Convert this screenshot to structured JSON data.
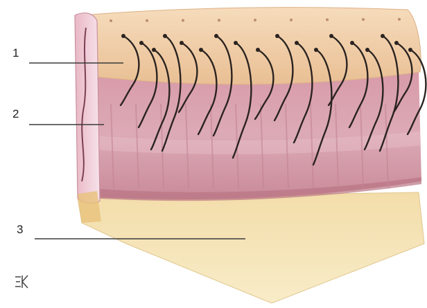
{
  "labels": [
    {
      "id": "1",
      "text": "1"
    },
    {
      "id": "2",
      "text": "2"
    },
    {
      "id": "3",
      "text": "3"
    }
  ],
  "monogram": "ΞΚ",
  "colors": {
    "top_layer": "#efc9a0",
    "top_layer_highlight": "#f6dcbc",
    "middle_layer": "#d9a3b0",
    "middle_layer_band": "#c98a99",
    "bottom_layer": "#f6e5b8",
    "side_face": "#f2d2dc",
    "hair": "#2a2320",
    "leader": "#3a3a3a"
  }
}
